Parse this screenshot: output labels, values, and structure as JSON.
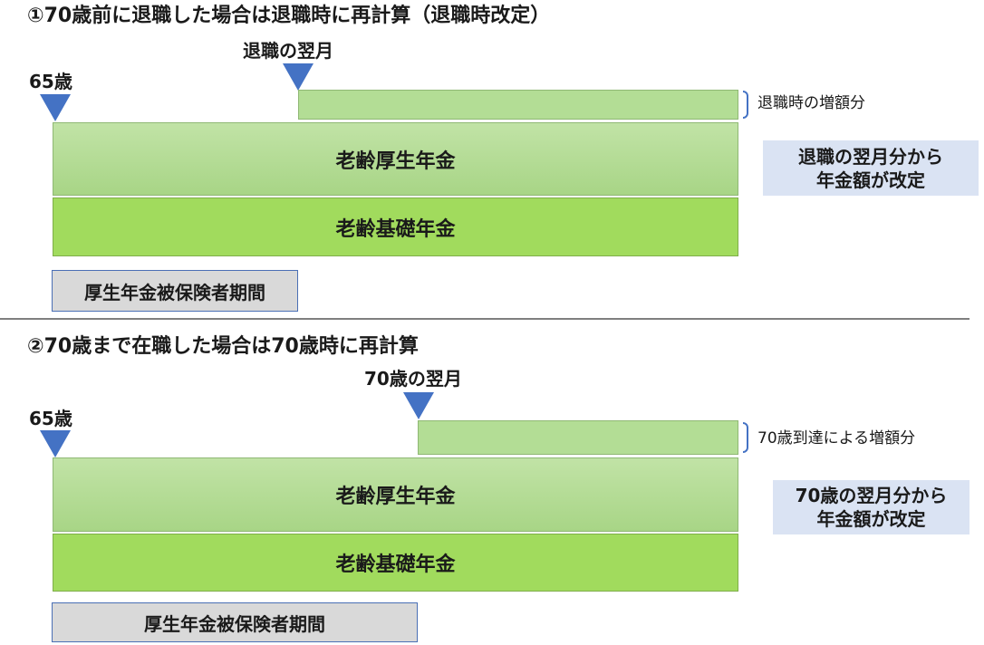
{
  "section1": {
    "title": "①70歳前に退職した場合は退職時に再計算（退職時改定）",
    "marker_start": "65歳",
    "marker_change": "退職の翌月",
    "increase_label": "退職時の増額分",
    "bar_employees_pension": "老齢厚生年金",
    "bar_basic_pension": "老齢基礎年金",
    "period_label": "厚生年金被保険者期間",
    "note_line1": "退職の翌月分から",
    "note_line2": "年金額が改定"
  },
  "section2": {
    "title": "②70歳まで在職した場合は70歳時に再計算",
    "marker_start": "65歳",
    "marker_change": "70歳の翌月",
    "increase_label": "70歳到達による増額分",
    "bar_employees_pension": "老齢厚生年金",
    "bar_basic_pension": "老齢基礎年金",
    "period_label": "厚生年金被保険者期間",
    "note_line1": "70歳の翌月分から",
    "note_line2": "年金額が改定"
  },
  "colors": {
    "marker": "#4472c4",
    "increase_bar": "#b3dd95",
    "employees_pension_bar": "#b5dc99",
    "basic_pension_bar": "#a1db5d",
    "period_box": "#d9d9d9",
    "note_box": "#dae3f3",
    "divider": "#7f7f7f"
  },
  "icons": {
    "marker": "triangle-down-icon",
    "brace": "right-brace-icon"
  }
}
